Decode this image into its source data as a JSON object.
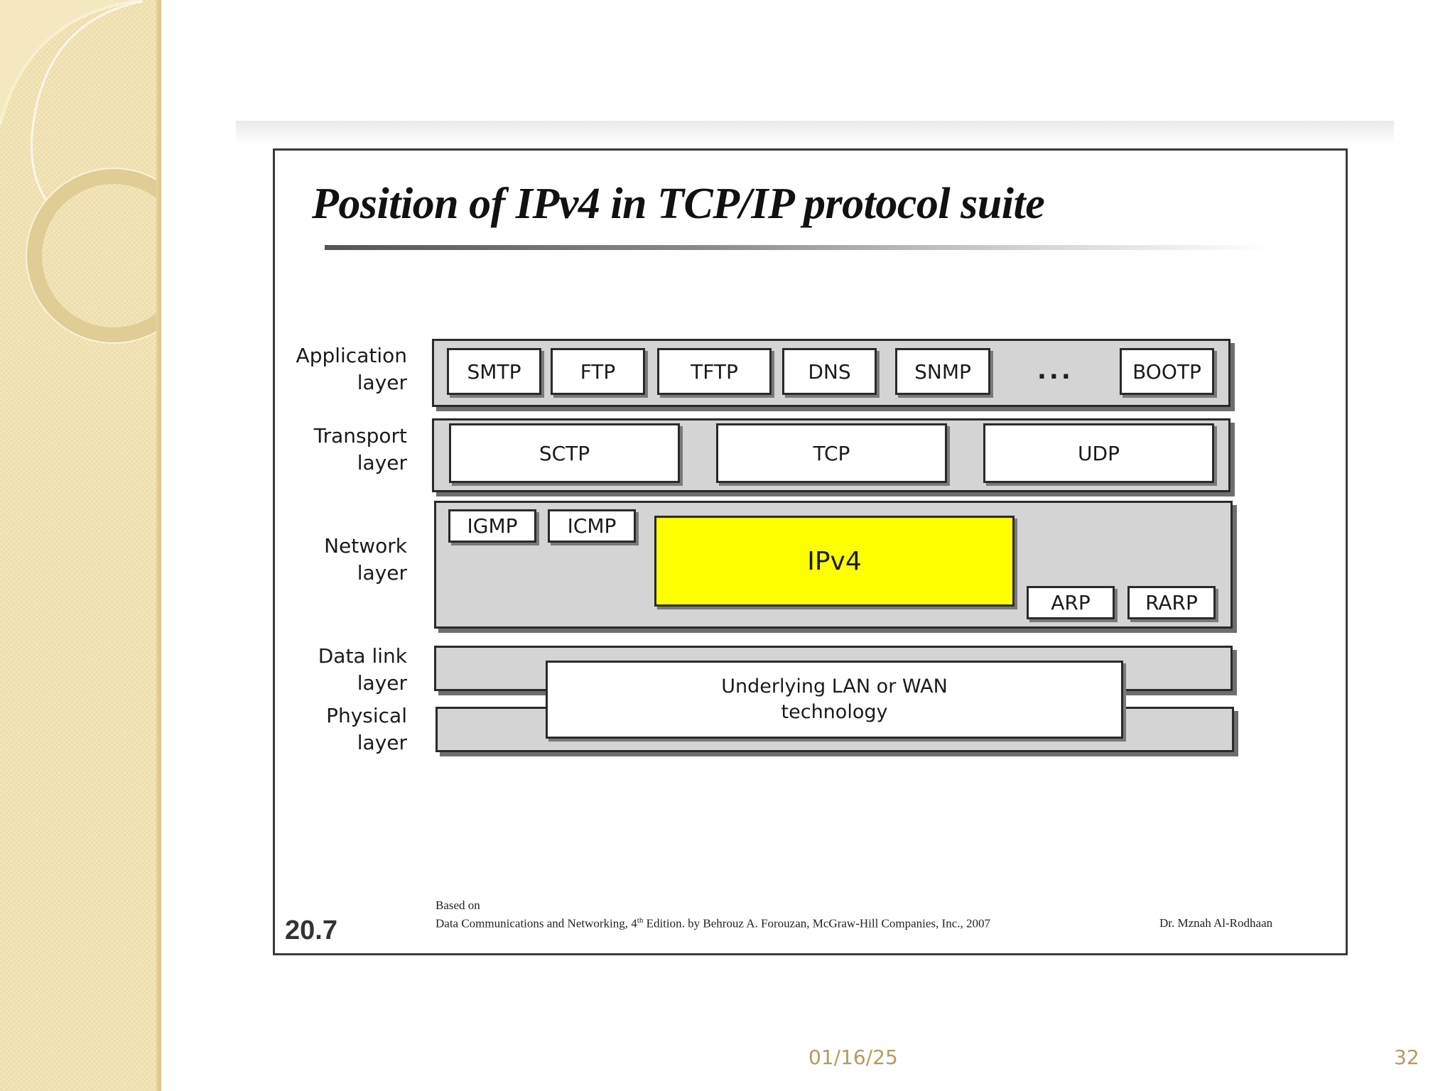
{
  "slide": {
    "title": "Position of IPv4 in TCP/IP protocol suite",
    "figure_number": "20.7",
    "date": "01/16/25",
    "page_number": "32"
  },
  "layers": {
    "application": {
      "label_line1": "Application",
      "label_line2": "layer",
      "protocols": [
        "SMTP",
        "FTP",
        "TFTP",
        "DNS",
        "SNMP",
        "BOOTP"
      ],
      "ellipsis": "..."
    },
    "transport": {
      "label_line1": "Transport",
      "label_line2": "layer",
      "protocols": [
        "SCTP",
        "TCP",
        "UDP"
      ]
    },
    "network": {
      "label_line1": "Network",
      "label_line2": "layer",
      "protocols": [
        "IGMP",
        "ICMP",
        "IPv4",
        "ARP",
        "RARP"
      ]
    },
    "datalink": {
      "label_line1": "Data link",
      "label_line2": "layer"
    },
    "physical": {
      "label_line1": "Physical",
      "label_line2": "layer"
    },
    "underlying": {
      "line1": "Underlying LAN or WAN",
      "line2": "technology"
    }
  },
  "credit": {
    "based_on": "Based on",
    "source": "Data Communications and Networking, 4",
    "source_sup": "th",
    "source_rest": " Edition. by Behrouz A. Forouzan,   McGraw-Hill Companies, Inc., 2007",
    "author": "Dr. Mznah Al-Rodhaan"
  },
  "colors": {
    "highlight": "#ffff00",
    "accent": "#b49a5c",
    "side_band": "#f1e2b1"
  }
}
